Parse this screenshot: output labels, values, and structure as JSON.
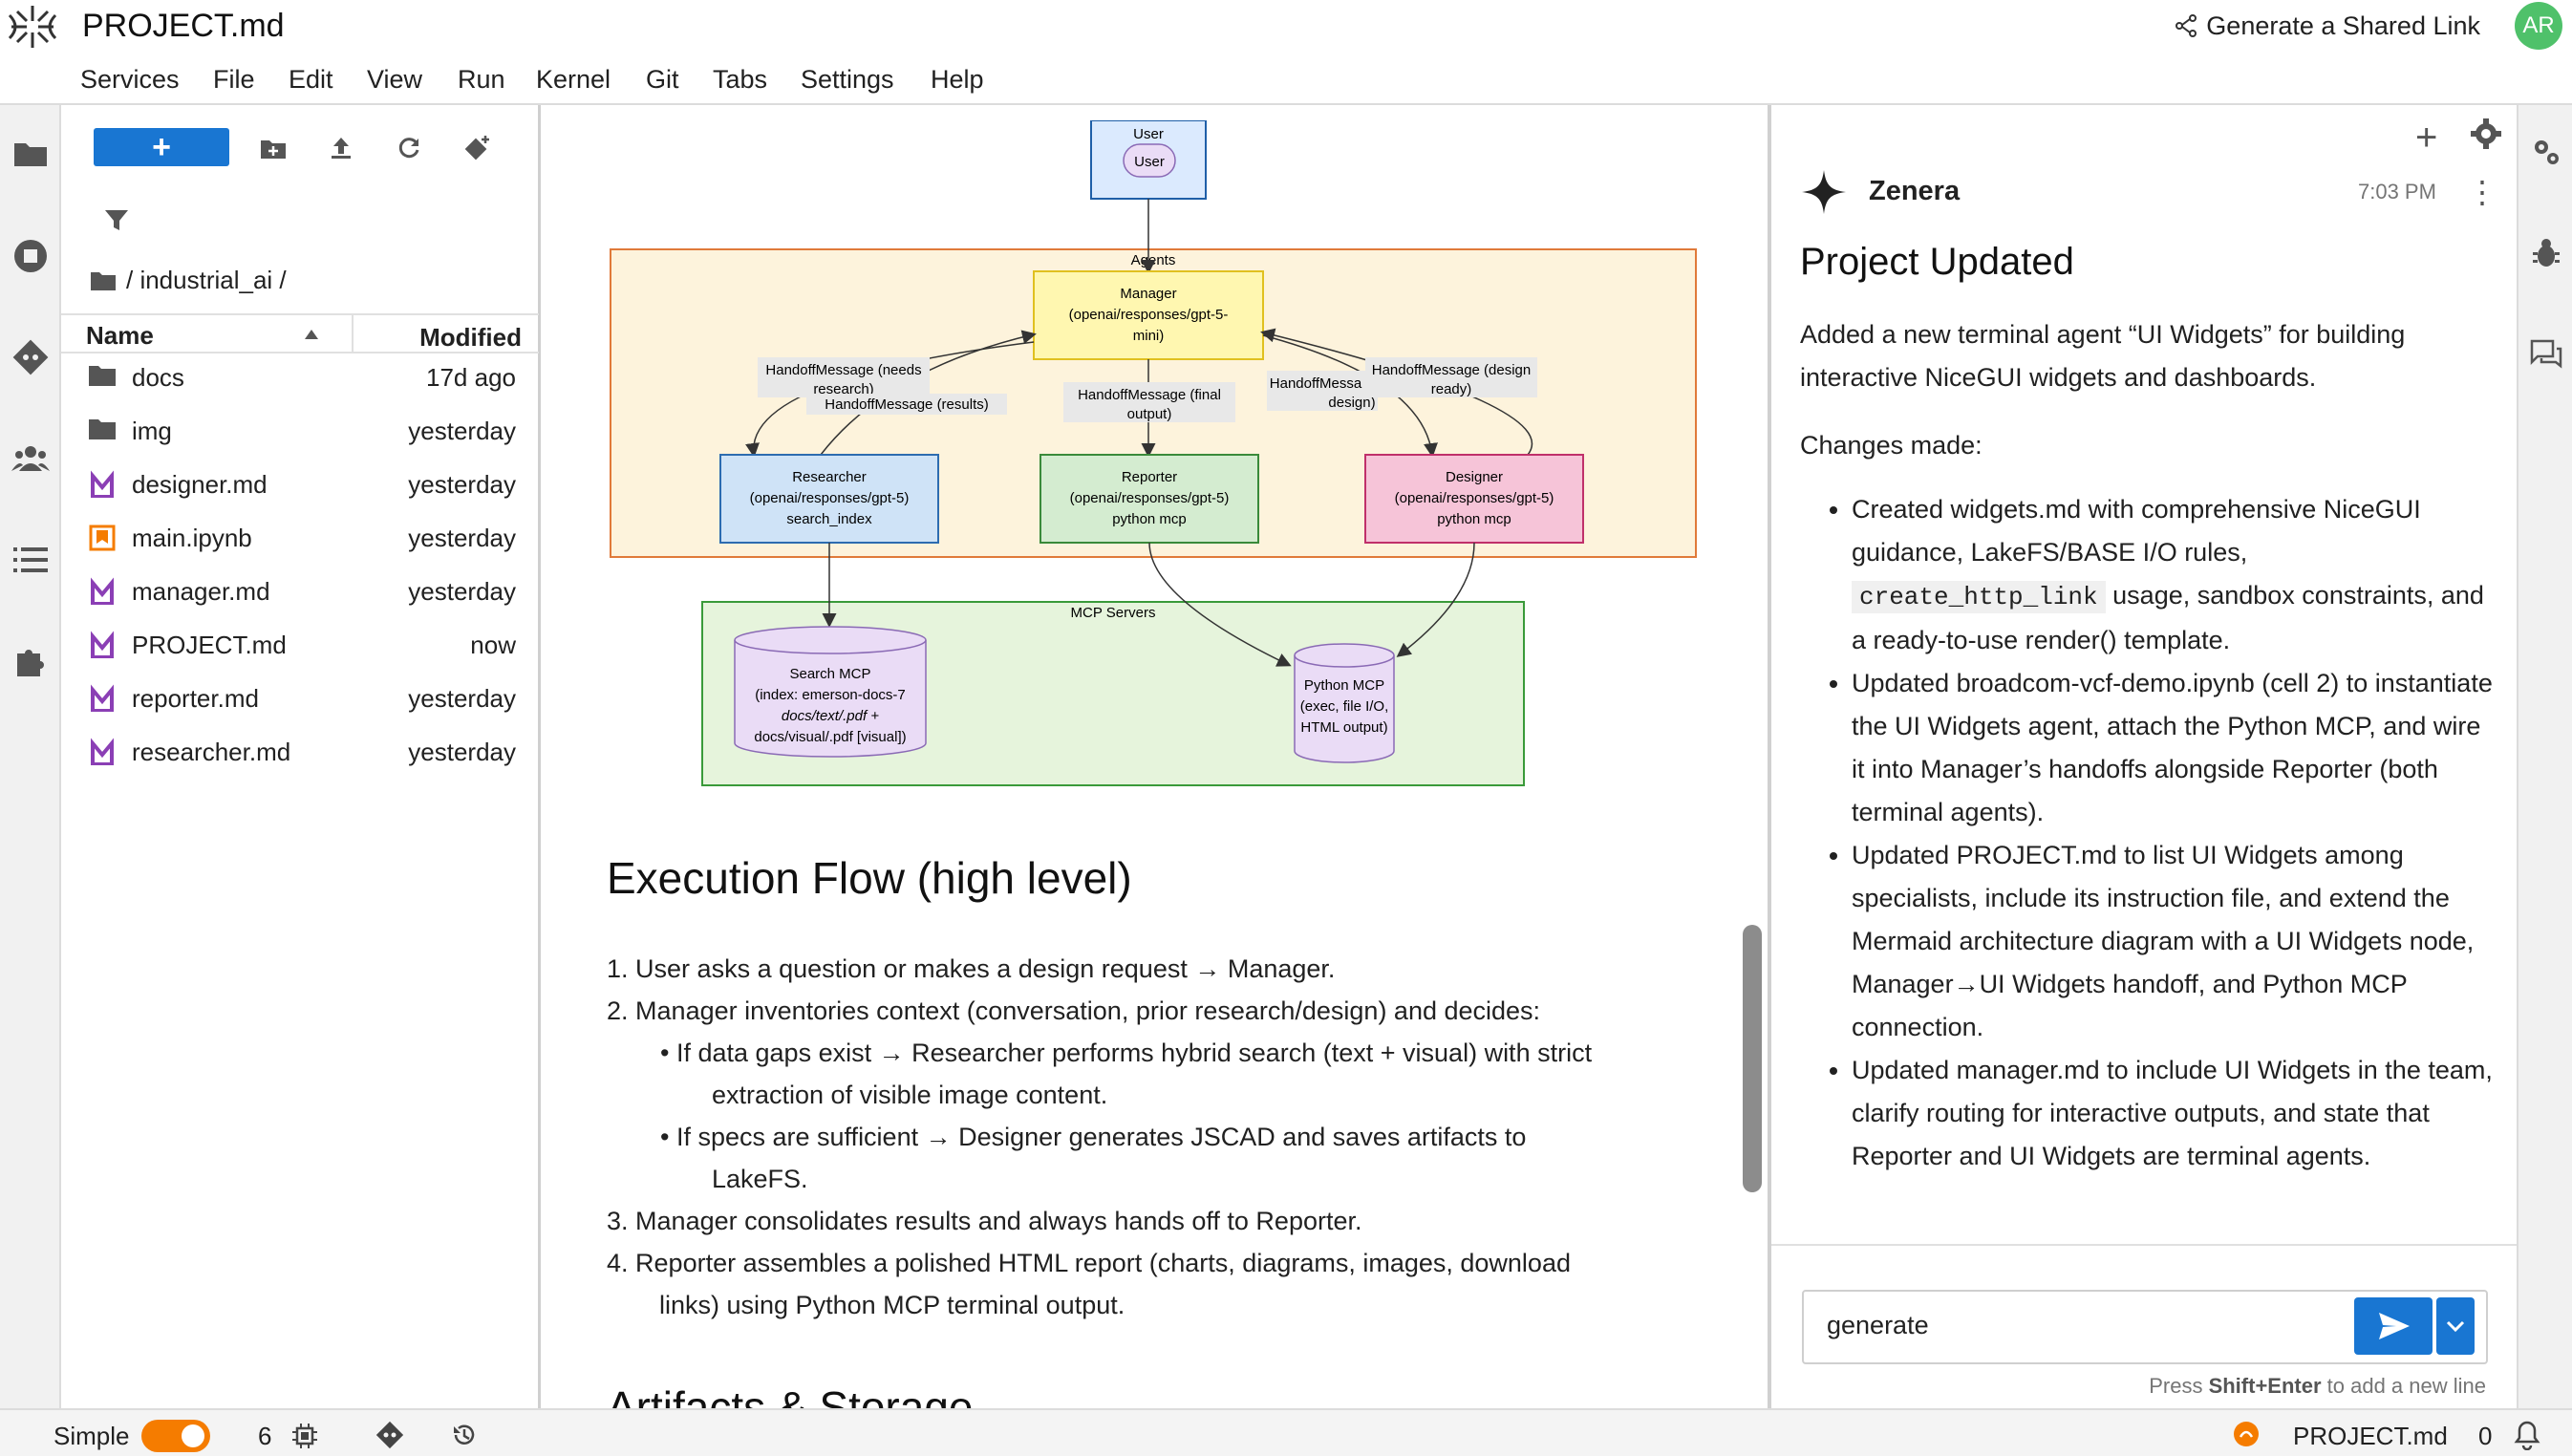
{
  "app": {
    "title": "PROJECT.md",
    "share_label": "Generate a Shared Link",
    "avatar": "AR"
  },
  "menu": [
    "Services",
    "File",
    "Edit",
    "View",
    "Run",
    "Kernel",
    "Git",
    "Tabs",
    "Settings",
    "Help"
  ],
  "left_sidebar_icons": [
    "folder-icon",
    "running-icon",
    "git-icon",
    "users-icon",
    "toc-icon",
    "extension-icon"
  ],
  "filebrowser": {
    "new_label": "+",
    "breadcrumb": "/ industrial_ai /",
    "col_name": "Name",
    "col_modified": "Modified",
    "files": [
      {
        "name": "docs",
        "modified": "17d ago",
        "icon": "folder-icon"
      },
      {
        "name": "img",
        "modified": "yesterday",
        "icon": "folder-icon"
      },
      {
        "name": "designer.md",
        "modified": "yesterday",
        "icon": "markdown-icon"
      },
      {
        "name": "main.ipynb",
        "modified": "yesterday",
        "icon": "notebook-icon"
      },
      {
        "name": "manager.md",
        "modified": "yesterday",
        "icon": "markdown-icon"
      },
      {
        "name": "PROJECT.md",
        "modified": "now",
        "icon": "markdown-icon"
      },
      {
        "name": "reporter.md",
        "modified": "yesterday",
        "icon": "markdown-icon"
      },
      {
        "name": "researcher.md",
        "modified": "yesterday",
        "icon": "markdown-icon"
      }
    ]
  },
  "diagram": {
    "user_outer": "User",
    "user_inner": "User",
    "agents_label": "Agents",
    "manager": [
      "Manager",
      "(openai/responses/gpt-5-",
      "mini)"
    ],
    "researcher": [
      "Researcher",
      "(openai/responses/gpt-5)",
      "search_index"
    ],
    "reporter": [
      "Reporter",
      "(openai/responses/gpt-5)",
      "python mcp"
    ],
    "designer": [
      "Designer",
      "(openai/responses/gpt-5)",
      "python mcp"
    ],
    "edge_needs_research": [
      "HandoffMessage (needs",
      "research)"
    ],
    "edge_results": "HandoffMessage (results)",
    "edge_final": [
      "HandoffMessage (final",
      "output)"
    ],
    "edge_design": [
      "HandoffMessa",
      "design)"
    ],
    "edge_design_ready": [
      "HandoffMessage (design",
      "ready)"
    ],
    "mcp_label": "MCP Servers",
    "search_mcp": [
      "Search MCP",
      "(index: emerson-docs-7",
      "docs/text/.pdf +",
      "docs/visual/.pdf [visual])"
    ],
    "python_mcp": [
      "Python MCP",
      "(exec, file I/O,",
      "HTML output)"
    ]
  },
  "doc": {
    "heading": "Execution Flow (high level)",
    "steps": [
      "User asks a question or makes a design request → Manager.",
      "Manager inventories context (conversation, prior research/design) and decides:",
      "Manager consolidates results and always hands off to Reporter.",
      "Reporter assembles a polished HTML report (charts, diagrams, images, download",
      "links) using Python MCP terminal output."
    ],
    "step_numbers": [
      "1.",
      "2.",
      "3.",
      "4."
    ],
    "sub": [
      "If data gaps exist → Researcher performs hybrid search (text + visual) with strict",
      "extraction of visible image content.",
      "If specs are sufficient → Designer generates JSCAD and saves artifacts to",
      "LakeFS."
    ],
    "next_heading": "Artifacts & Storage"
  },
  "chat": {
    "assistant": "Zenera",
    "time": "7:03 PM",
    "title": "Project Updated",
    "intro": "Added a new terminal agent “UI Widgets” for building interactive NiceGUI widgets and dashboards.",
    "changes_label": "Changes made:",
    "bullets": {
      "b1_pre": "Created widgets.md with comprehensive NiceGUI guidance, LakeFS/BASE I/O rules,",
      "b1_code": "create_http_link",
      "b1_post": "usage, sandbox constraints, and a ready-to-use render() template.",
      "b2": "Updated broadcom-vcf-demo.ipynb (cell 2) to instantiate the UI Widgets agent, attach the Python MCP, and wire it into Manager’s handoffs alongside Reporter (both terminal agents).",
      "b3": "Updated PROJECT.md to list UI Widgets among specialists, include its instruction file, and extend the Mermaid architecture diagram with a UI Widgets node, Manager→UI Widgets handoff, and Python MCP connection.",
      "b4": "Updated manager.md to include UI Widgets in the team, clarify routing for interactive outputs, and state that Reporter and UI Widgets are terminal agents."
    },
    "input_value": "generate",
    "hint_pre": "Press ",
    "hint_key": "Shift+Enter",
    "hint_post": " to add a new line"
  },
  "status": {
    "mode": "Simple",
    "kernels": "6",
    "file": "PROJECT.md",
    "count": "0"
  },
  "colors": {
    "accent": "#1976d2",
    "toggle": "#f57c00",
    "avatar": "#4fc16a"
  }
}
